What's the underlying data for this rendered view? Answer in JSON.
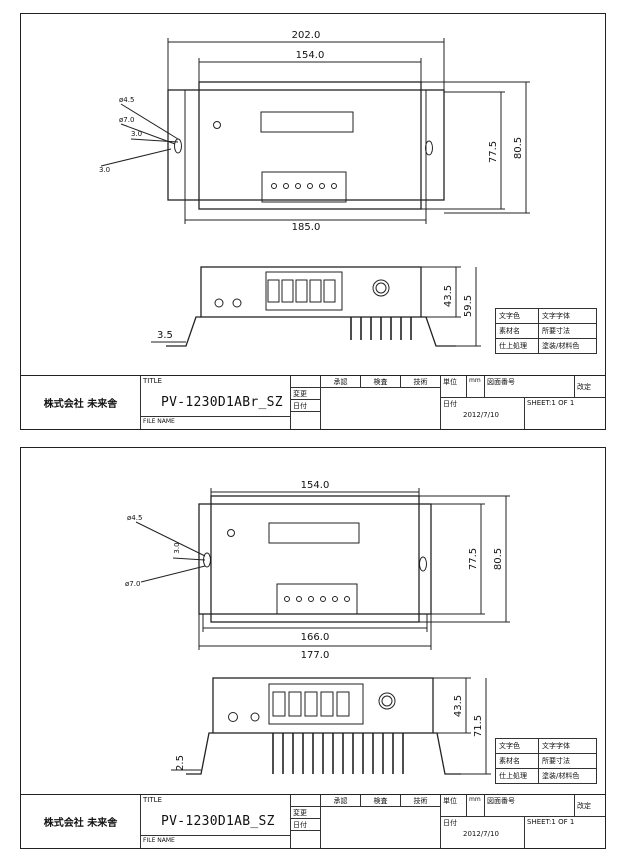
{
  "sheets": [
    {
      "dimensions": {
        "overall_width": "202.0",
        "top_span": "154.0",
        "bottom_span": "185.0",
        "height_inner": "77.5",
        "height_outer": "80.5",
        "hole_dia": "ø4.5",
        "slot_dia": "ø7.0",
        "slot_width": "3.0",
        "slot_offset": "3.0",
        "side_height": "43.5",
        "side_total": "59.5",
        "side_plate": "3.5"
      },
      "title_block": {
        "company": "株式会社 未来舎",
        "title_label": "TITLE",
        "title_value": "PV-1230D1ABr_SZ",
        "file_label": "FILE NAME",
        "approval_headers": [
          "承認",
          "検査",
          "技術"
        ],
        "row_labels": [
          "変更",
          "日付"
        ],
        "unit_label": "単位",
        "unit_value": "mm",
        "drawing_no_label": "図面番号",
        "revision_label": "改定",
        "date_label": "日付",
        "date_value": "2012/7/10",
        "sheet_label": "SHEET:1 OF 1",
        "material": [
          [
            "文字色",
            "文字字体"
          ],
          [
            "素材名",
            "所要寸法"
          ],
          [
            "仕上処理",
            "塗装/材料色"
          ]
        ]
      }
    },
    {
      "dimensions": {
        "top_span": "154.0",
        "inner_span": "166.0",
        "bottom_span": "177.0",
        "height_inner": "77.5",
        "height_outer": "80.5",
        "hole_dia": "ø4.5",
        "slot_dia": "ø7.0",
        "slot_width": "3.0",
        "side_height": "43.5",
        "side_total": "71.5",
        "side_plate": "2.5"
      },
      "title_block": {
        "company": "株式会社 未来舎",
        "title_label": "TITLE",
        "title_value": "PV-1230D1AB_SZ",
        "file_label": "FILE NAME",
        "approval_headers": [
          "承認",
          "検査",
          "技術"
        ],
        "row_labels": [
          "変更",
          "日付"
        ],
        "unit_label": "単位",
        "unit_value": "mm",
        "drawing_no_label": "図面番号",
        "revision_label": "改定",
        "date_label": "日付",
        "date_value": "2012/7/10",
        "sheet_label": "SHEET:1 OF 1",
        "material": [
          [
            "文字色",
            "文字字体"
          ],
          [
            "素材名",
            "所要寸法"
          ],
          [
            "仕上処理",
            "塗装/材料色"
          ]
        ]
      }
    }
  ]
}
